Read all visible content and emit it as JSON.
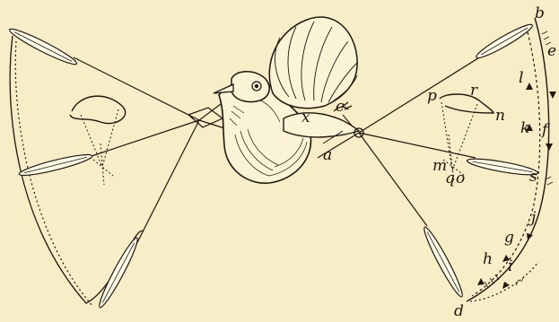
{
  "labels": {
    "a": "a",
    "b": "b",
    "c": "c",
    "d": "d",
    "e": "e",
    "f": "f",
    "g": "g",
    "h": "h",
    "i": "i",
    "j": "j",
    "k": "k",
    "l": "l",
    "m": "m",
    "n": "n",
    "o": "o",
    "p": "p",
    "q": "q",
    "r": "r",
    "s": "s",
    "x": "x"
  },
  "colors": {
    "paper": "#f7edc6",
    "ink": "#1f1810"
  }
}
